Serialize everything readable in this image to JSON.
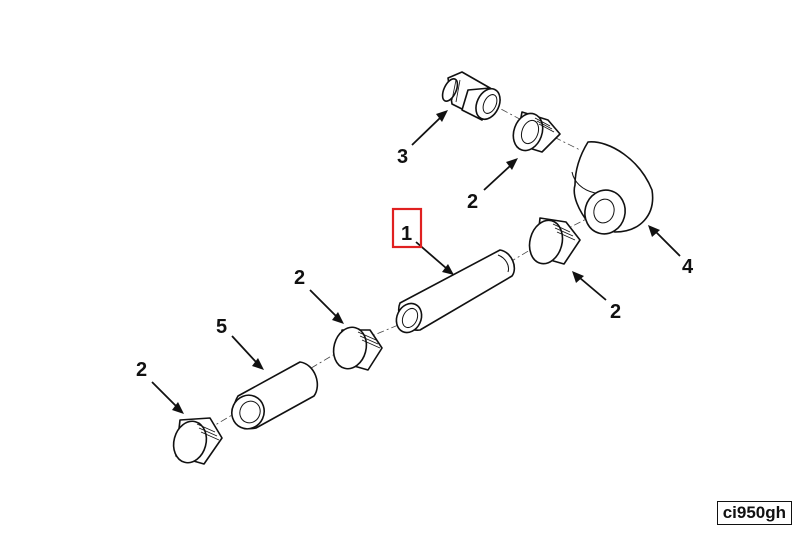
{
  "callouts": {
    "part_1": "1",
    "part_2_upper": "2",
    "part_2_middle_left": "2",
    "part_2_right": "2",
    "part_2_lower_left": "2",
    "part_3": "3",
    "part_4": "4",
    "part_5": "5"
  },
  "figure_id": "ci950gh",
  "colors": {
    "line": "#111111",
    "highlight": "#e02020",
    "background": "#ffffff"
  }
}
